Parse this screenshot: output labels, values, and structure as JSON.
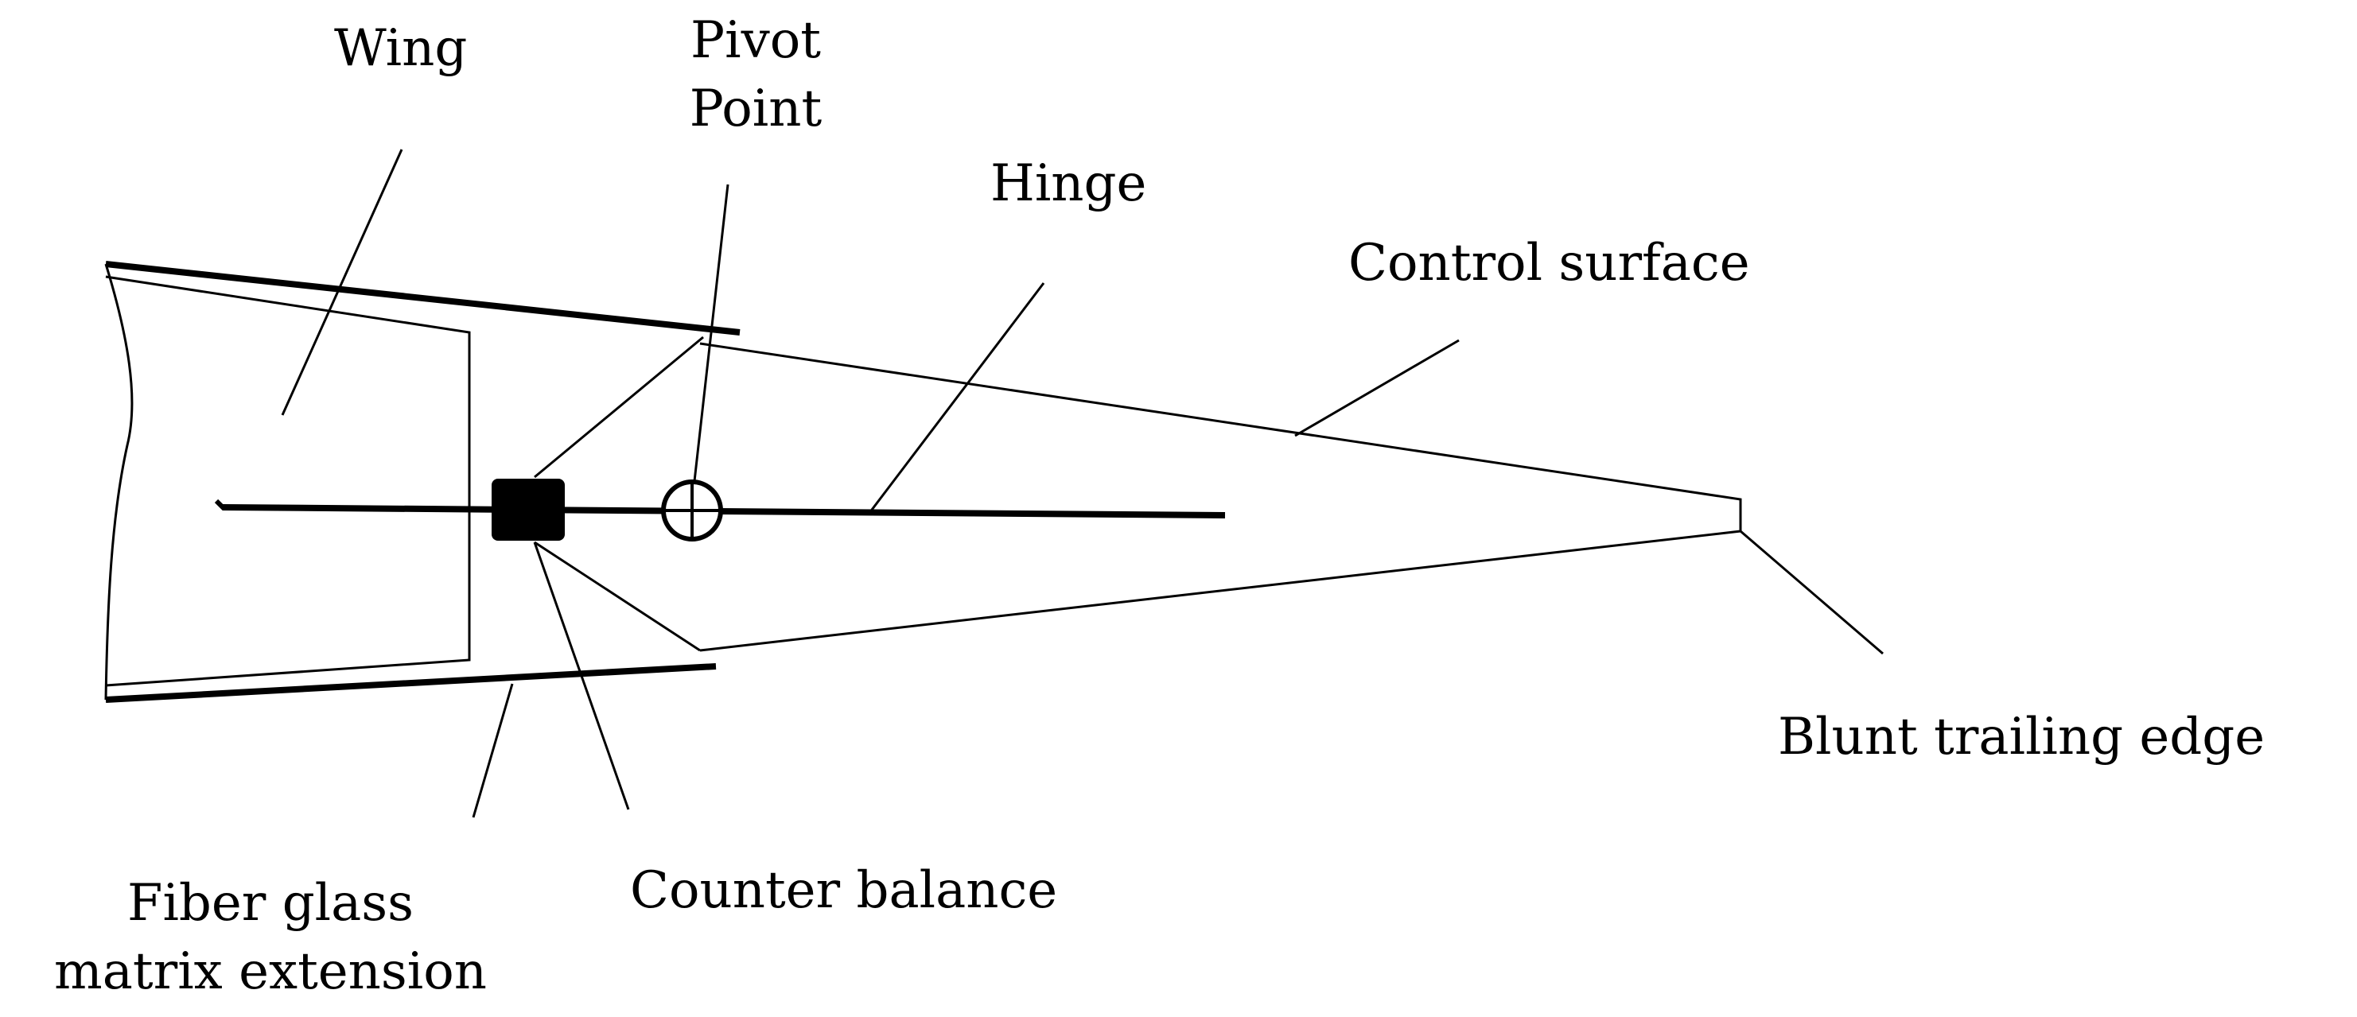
{
  "diagram": {
    "labels": {
      "wing": "Wing",
      "pivot_line1": "Pivot",
      "pivot_line2": "Point",
      "hinge": "Hinge",
      "control_surface": "Control surface",
      "blunt_trailing_edge": "Blunt trailing edge",
      "counter_balance": "Counter balance",
      "fiber_line1": "Fiber glass",
      "fiber_line2": "matrix extension"
    },
    "colors": {
      "line": "#000000",
      "background": "#ffffff"
    }
  }
}
